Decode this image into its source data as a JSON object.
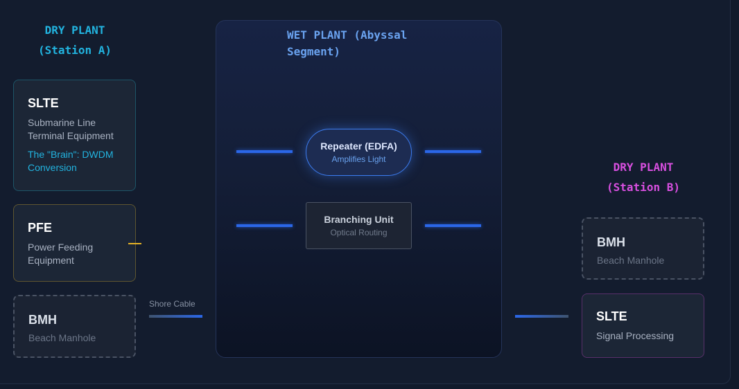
{
  "dry_plant_a": {
    "title_line1": "DRY PLANT",
    "title_line2": "(Station A)",
    "slte": {
      "title": "SLTE",
      "subtitle": "Submarine Line Terminal Equipment",
      "note": "The \"Brain\": DWDM Conversion"
    },
    "pfe": {
      "title": "PFE",
      "subtitle": "Power Feeding Equipment"
    },
    "bmh": {
      "title": "BMH",
      "subtitle": "Beach Manhole"
    }
  },
  "shore_cable": {
    "label": "Shore Cable"
  },
  "wet_plant": {
    "title": "WET PLANT (Abyssal Segment)",
    "repeater": {
      "title": "Repeater (EDFA)",
      "subtitle": "Amplifies Light"
    },
    "branching_unit": {
      "title": "Branching Unit",
      "subtitle": "Optical Routing"
    }
  },
  "dry_plant_b": {
    "title_line1": "DRY PLANT",
    "title_line2": "(Station B)",
    "bmh": {
      "title": "BMH",
      "subtitle": "Beach Manhole"
    },
    "slte": {
      "title": "SLTE",
      "subtitle": "Signal Processing"
    }
  },
  "colors": {
    "station_a_accent": "#22b4e0",
    "station_b_accent": "#d84fe0",
    "wet_plant_accent": "#6aa3f0",
    "fiber": "#2b67e8",
    "power": "#e6b325"
  }
}
